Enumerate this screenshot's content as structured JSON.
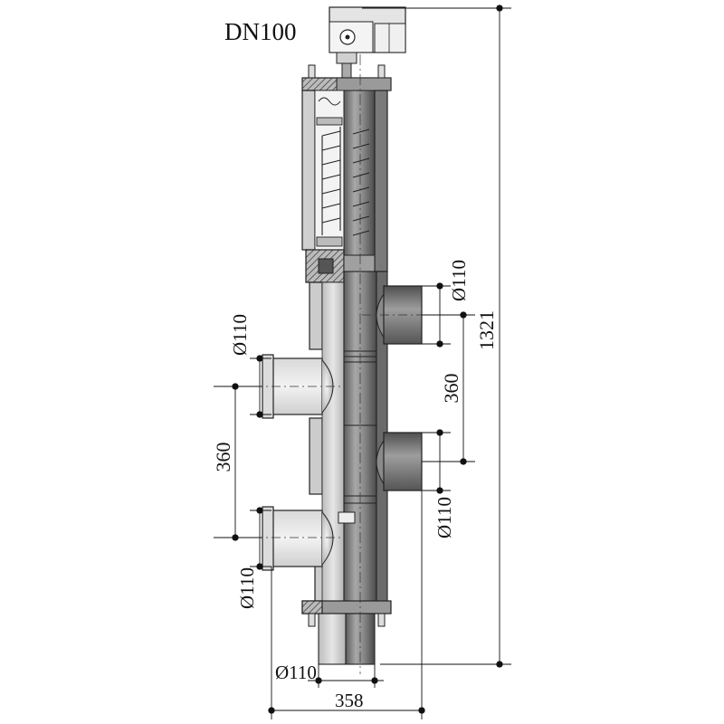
{
  "drawing": {
    "title": "DN100",
    "dimensions": {
      "overall_height": "1321",
      "right_spacing": "360",
      "left_spacing": "360",
      "right_upper_port": "Ø110",
      "right_lower_port": "Ø110",
      "left_upper_port": "Ø110",
      "left_lower_port": "Ø110",
      "bottom_port": "Ø110",
      "overall_width": "358"
    },
    "colors": {
      "line": "#111111",
      "body_dark": "#6e6e6e",
      "body_mid": "#9a9a9a",
      "body_light": "#c9c9c9",
      "hatch": "#444444"
    }
  }
}
